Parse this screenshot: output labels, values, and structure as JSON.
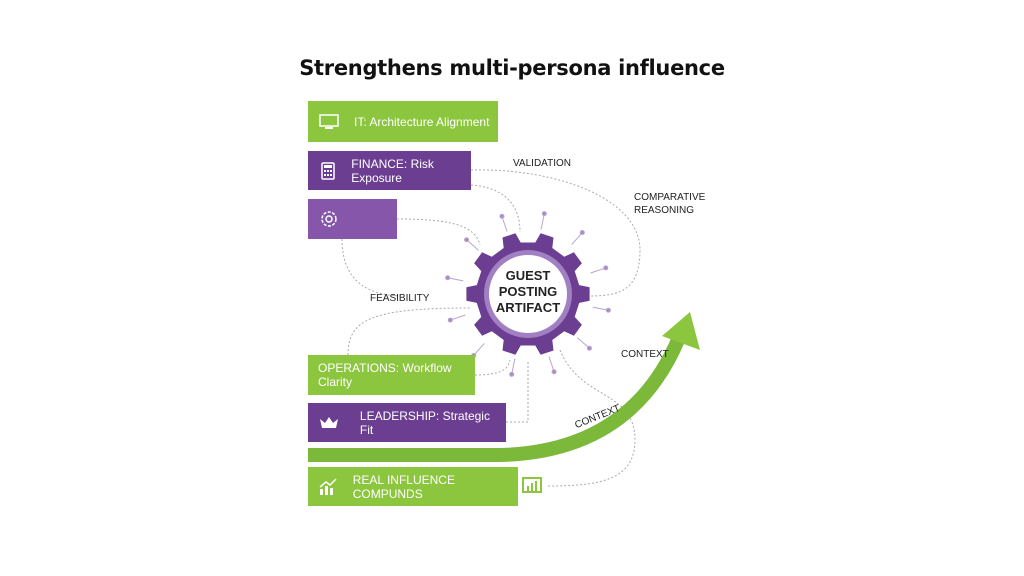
{
  "title": "Strengthens multi-persona influence",
  "personas": [
    {
      "label": "IT: Architecture Alignment",
      "icon": "monitor-icon",
      "color": "#8cc63f"
    },
    {
      "label": "FINANCE: Risk Exposure",
      "icon": "calculator-icon",
      "color": "#6b3e91"
    },
    {
      "label": "",
      "icon": "gear-icon",
      "color": "#8556aa"
    },
    {
      "label": "OPERATIONS: Workflow Clarity",
      "icon": "",
      "color": "#8cc63f"
    },
    {
      "label": "LEADERSHIP: Strategic Fit",
      "icon": "crown-icon",
      "color": "#6b3e91"
    }
  ],
  "outcome": {
    "label": "REAL INFLUENCE COMPUNDS",
    "icon": "growth-chart-icon",
    "end_icon": "bar-chart-icon"
  },
  "center": {
    "lines": [
      "GUEST",
      "POSTING",
      "ARTIFACT"
    ],
    "color": "#6b3e91"
  },
  "connectors": {
    "validation": "VALIDATION",
    "comparative": [
      "COMPARATIVE",
      "REASONING"
    ],
    "feasibility": "FEASIBILITY",
    "context_right": "CONTEXT",
    "context_arrow": "CONTEXT"
  },
  "arrow_color": "#7cb83a"
}
